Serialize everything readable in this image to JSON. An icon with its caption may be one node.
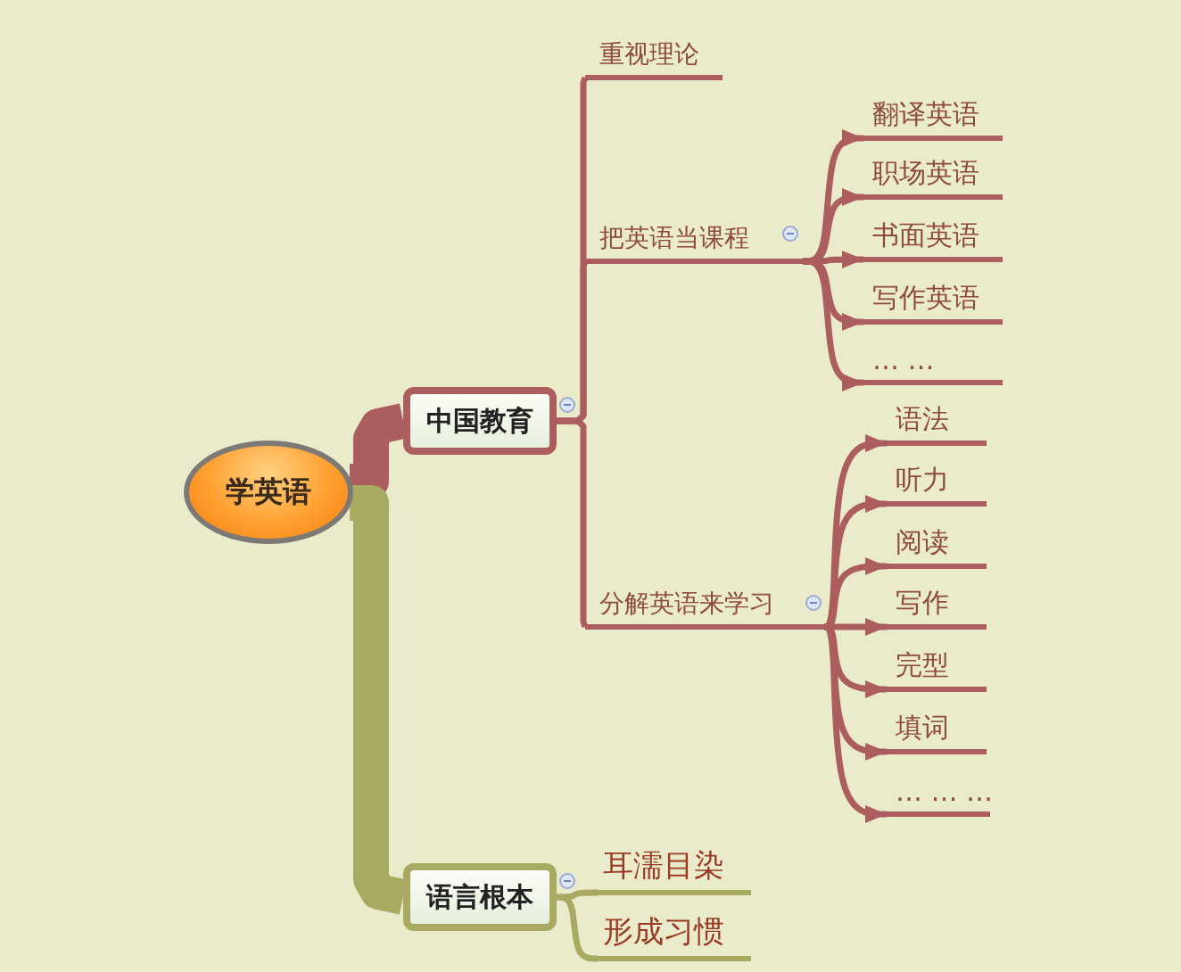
{
  "diagram": {
    "nodes": [
      {
        "text": [
          "学英语"
        ]
      },
      {
        "text": [
          "中国教育"
        ]
      },
      {
        "text": [
          "重视理论"
        ]
      },
      {
        "text": [
          "把英语当课程"
        ]
      },
      {
        "text": [
          "翻译英语"
        ]
      },
      {
        "text": [
          "职场英语"
        ]
      },
      {
        "text": [
          "书面英语"
        ]
      },
      {
        "text": [
          "写作英语"
        ]
      },
      {
        "text": [
          "… …"
        ]
      },
      {
        "text": [
          "分解英语来学习"
        ]
      },
      {
        "text": [
          "语法"
        ]
      },
      {
        "text": [
          "听力"
        ]
      },
      {
        "text": [
          "阅读"
        ]
      },
      {
        "text": [
          "写作"
        ]
      },
      {
        "text": [
          "完型"
        ]
      },
      {
        "text": [
          "填词"
        ]
      },
      {
        "text": [
          "… … …"
        ]
      },
      {
        "text": [
          "语言根本"
        ]
      },
      {
        "text": [
          "耳濡目染"
        ]
      },
      {
        "text": [
          "形成习惯"
        ]
      }
    ],
    "edges": [
      {
        "from": 0,
        "to": 1,
        "arrow": "none",
        "style": "thick"
      },
      {
        "from": 0,
        "to": 17,
        "arrow": "none",
        "style": "thick",
        "color": "#a9aa62"
      },
      {
        "from": 1,
        "to": 2,
        "arrow": "none"
      },
      {
        "from": 1,
        "to": 3,
        "arrow": "none"
      },
      {
        "from": 1,
        "to": 9,
        "arrow": "none"
      },
      {
        "from": 3,
        "to": 4,
        "arrow": "to"
      },
      {
        "from": 3,
        "to": 5,
        "arrow": "to"
      },
      {
        "from": 3,
        "to": 6,
        "arrow": "to"
      },
      {
        "from": 3,
        "to": 7,
        "arrow": "to"
      },
      {
        "from": 3,
        "to": 8,
        "arrow": "to"
      },
      {
        "from": 9,
        "to": 10,
        "arrow": "to"
      },
      {
        "from": 9,
        "to": 11,
        "arrow": "to"
      },
      {
        "from": 9,
        "to": 12,
        "arrow": "to"
      },
      {
        "from": 9,
        "to": 13,
        "arrow": "to"
      },
      {
        "from": 9,
        "to": 14,
        "arrow": "to"
      },
      {
        "from": 9,
        "to": 15,
        "arrow": "to"
      },
      {
        "from": 9,
        "to": 16,
        "arrow": "to"
      },
      {
        "from": 17,
        "to": 18,
        "arrow": "none",
        "color": "#a9aa62"
      },
      {
        "from": 17,
        "to": 19,
        "arrow": "none",
        "color": "#a9aa62"
      }
    ]
  }
}
